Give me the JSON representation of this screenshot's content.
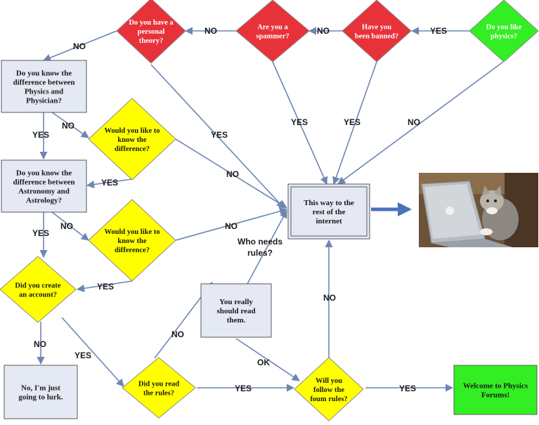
{
  "colors": {
    "red": "#e8323a",
    "yellow": "#ffff00",
    "green": "#33ee22",
    "box": "#e4e9f4",
    "line": "#6d86b4",
    "arrow": "#4a72b8",
    "text_on_red": "#ffffff",
    "text_on_yellow": "#1a1a1a"
  },
  "nodes": {
    "physics": {
      "lines": [
        "Do you like",
        "physics?"
      ]
    },
    "banned": {
      "lines": [
        "Have you",
        "been banned?"
      ]
    },
    "spammer": {
      "lines": [
        "Are you a",
        "spammer?"
      ]
    },
    "theory": {
      "lines": [
        "Do you have a",
        "personal",
        "theory?"
      ]
    },
    "physician": {
      "lines": [
        "Do you know the",
        "difference between",
        "Physics and",
        "Physician?"
      ]
    },
    "know_diff_1": {
      "lines": [
        "Would you like to",
        "know the",
        "difference?"
      ]
    },
    "astrology": {
      "lines": [
        "Do you know the",
        "difference between",
        "Astronomy and",
        "Astrology?"
      ]
    },
    "know_diff_2": {
      "lines": [
        "Would you like to",
        "know the",
        "difference?"
      ]
    },
    "account": {
      "lines": [
        "Did you create",
        "an account?"
      ]
    },
    "lurk": {
      "lines": [
        "No, I'm just",
        "going to lurk."
      ]
    },
    "read_rules": {
      "lines": [
        "Did you read",
        "the rules?"
      ]
    },
    "should_read": {
      "lines": [
        "You really",
        "should read",
        "them."
      ]
    },
    "follow_rules": {
      "lines": [
        "Will you",
        "follow the",
        "foum rules?"
      ]
    },
    "welcome": {
      "lines": [
        "Welcome to Physics",
        "Forums!"
      ]
    },
    "internet": {
      "lines": [
        "This way to the",
        "rest of the",
        "internet"
      ]
    }
  },
  "edge_labels": {
    "physics_banned": "YES",
    "banned_spammer": "NO",
    "spammer_theory": "NO",
    "theory_physician": "NO",
    "theory_internet": "YES",
    "spammer_internet": "YES",
    "banned_internet": "YES",
    "physics_internet": "NO",
    "physician_astrology": "YES",
    "physician_know1": "NO",
    "know1_astrology": "YES",
    "know1_internet": "NO",
    "astrology_account": "YES",
    "astrology_know2": "NO",
    "know2_account": "YES",
    "know2_internet": "NO",
    "account_lurk": "NO",
    "account_read": "YES",
    "read_should": "NO",
    "read_follow": "YES",
    "should_follow": "OK",
    "follow_welcome": "YES",
    "follow_internet": "NO",
    "who_needs_rules": [
      "Who needs",
      "rules?"
    ]
  },
  "image": {
    "name": "cat-with-laptop-photo"
  }
}
